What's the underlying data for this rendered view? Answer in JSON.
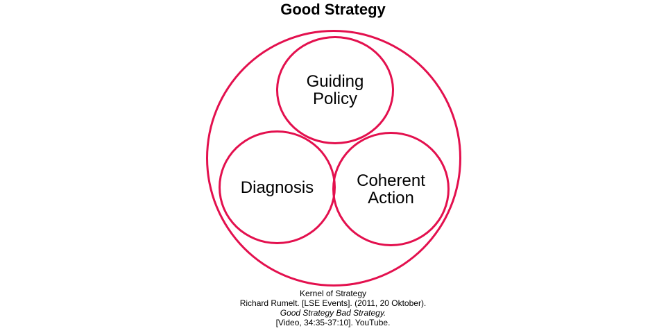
{
  "title": "Good Strategy",
  "accent_color": "#e3104e",
  "diagram": {
    "outer_circle": {
      "name": "kernel-of-strategy"
    },
    "circles": [
      {
        "id": "guiding-policy",
        "label": "Guiding\nPolicy"
      },
      {
        "id": "diagnosis",
        "label": "Diagnosis"
      },
      {
        "id": "coherent-action",
        "label": "Coherent\nAction"
      }
    ]
  },
  "caption": {
    "lines": [
      "Kernel of Strategy",
      "Richard Rumelt. [LSE Events]. (2011, 20 Oktober).",
      "Good Strategy Bad Strategy.",
      "[Video, 34:35-37:10]. YouTube."
    ]
  }
}
